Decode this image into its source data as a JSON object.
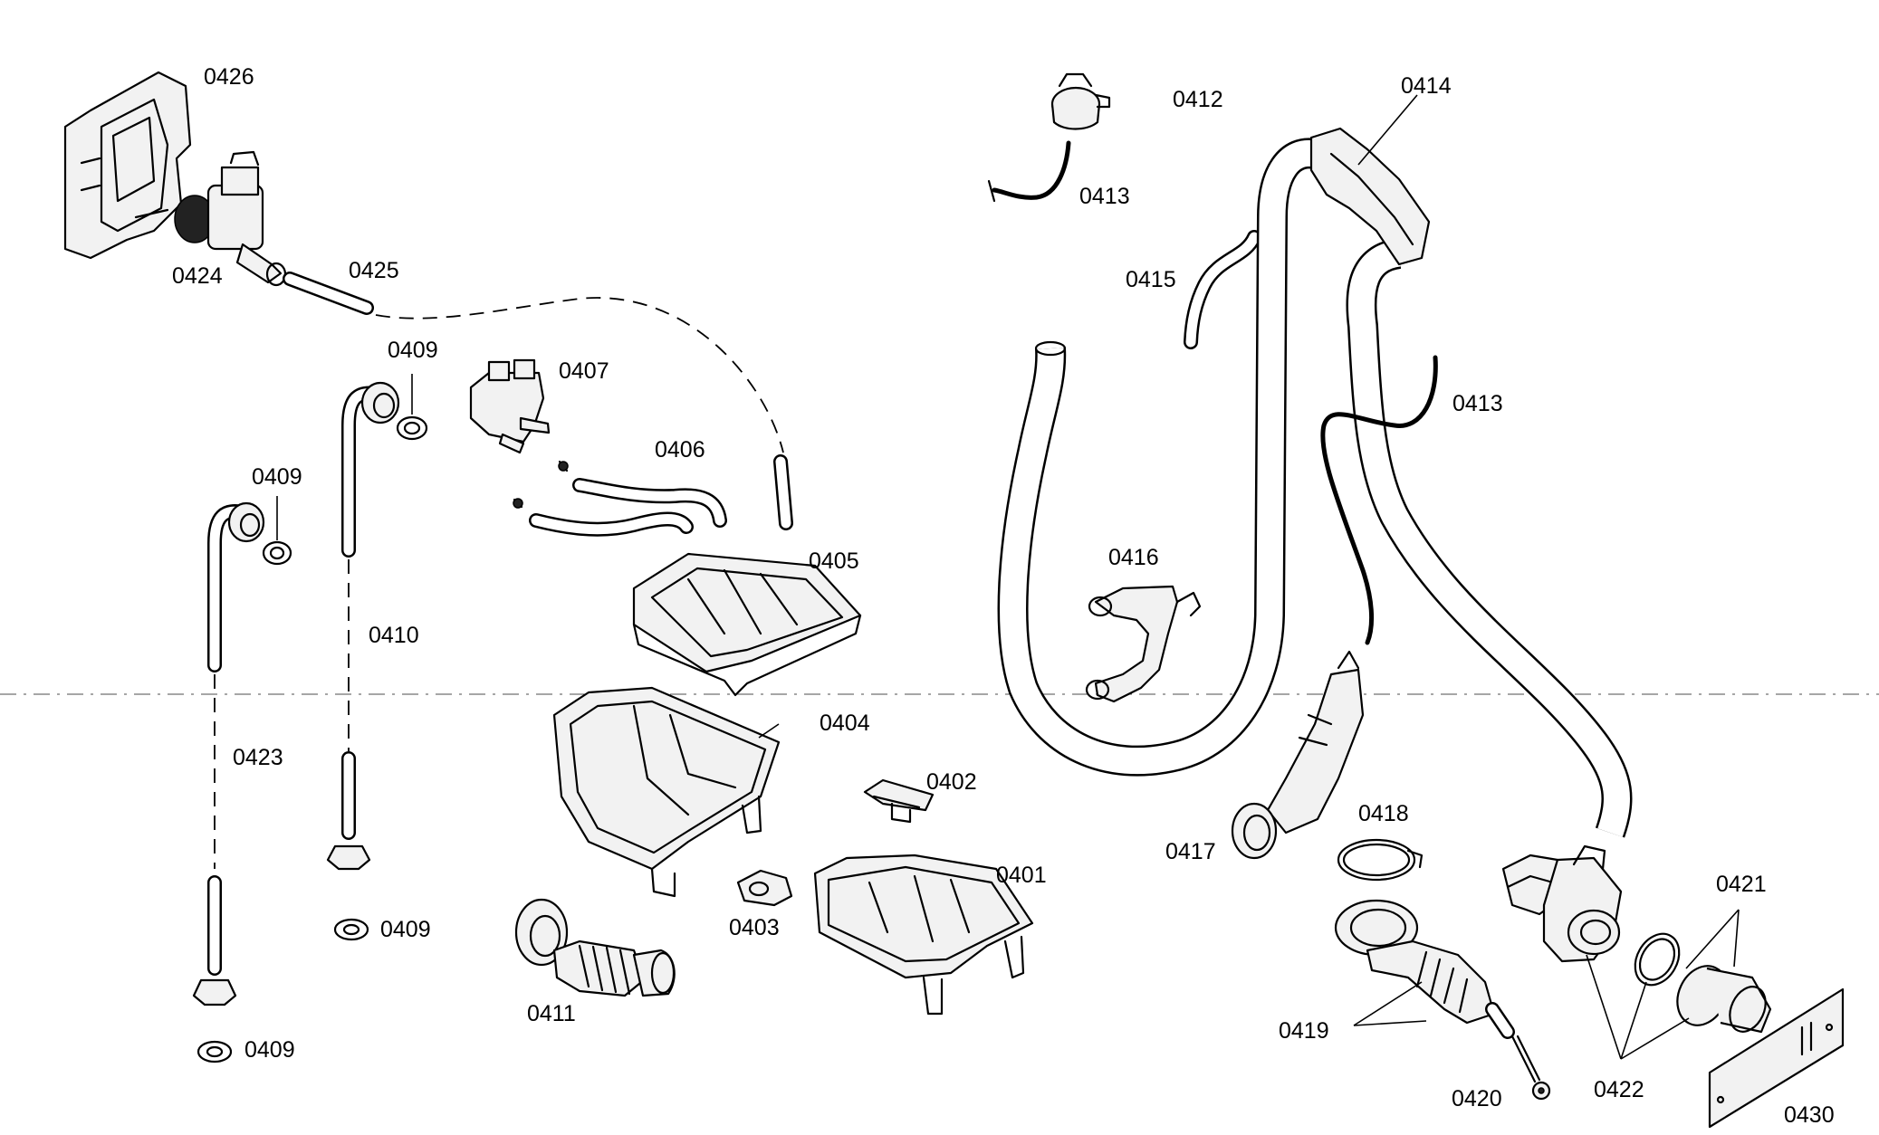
{
  "diagram": {
    "labels": {
      "p0426": "0426",
      "p0424": "0424",
      "p0425": "0425",
      "p0409a": "0409",
      "p0407": "0407",
      "p0409b": "0409",
      "p0406": "0406",
      "p0405": "0405",
      "p0410": "0410",
      "p0423": "0423",
      "p0404": "0404",
      "p0402": "0402",
      "p0401": "0401",
      "p0403": "0403",
      "p0409c": "0409",
      "p0409d": "0409",
      "p0411": "0411",
      "p0412": "0412",
      "p0413a": "0413",
      "p0414": "0414",
      "p0415": "0415",
      "p0413b": "0413",
      "p0416": "0416",
      "p0417": "0417",
      "p0418": "0418",
      "p0419": "0419",
      "p0420": "0420",
      "p0421": "0421",
      "p0422": "0422",
      "p0430": "0430"
    }
  }
}
